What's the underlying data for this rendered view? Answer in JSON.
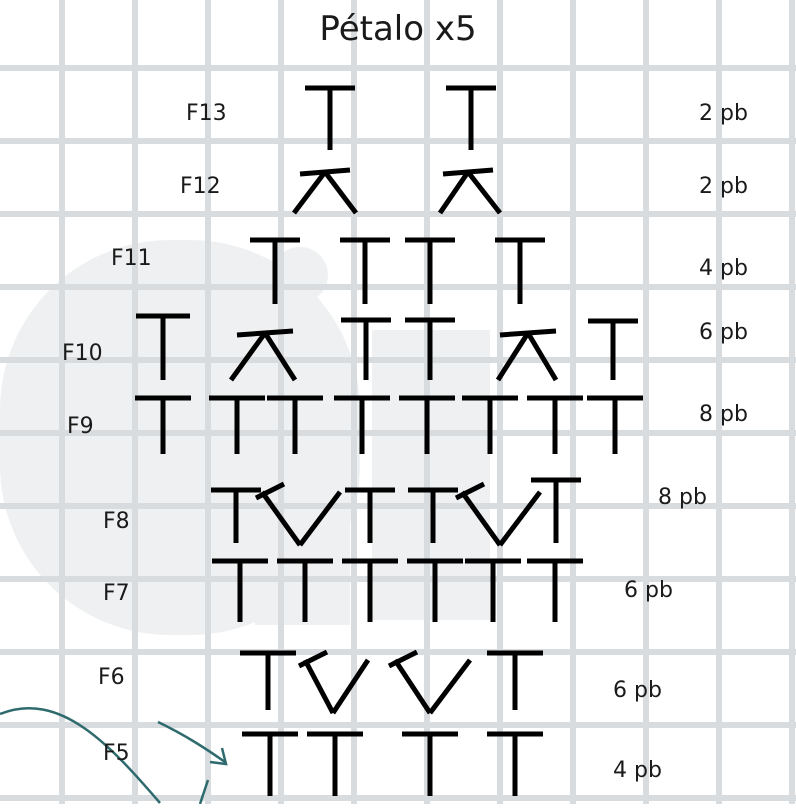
{
  "title": "Pétalo x5",
  "colors": {
    "grid": "#d9dcdf",
    "watermark": "#eef0f1",
    "ink": "#000000",
    "arrow": "#2f6b6e"
  },
  "rows": [
    {
      "row": "F13",
      "count": "2 pb"
    },
    {
      "row": "F12",
      "count": "2 pb"
    },
    {
      "row": "F11",
      "count": "4 pb"
    },
    {
      "row": "F10",
      "count": "6 pb"
    },
    {
      "row": "F9",
      "count": "8 pb"
    },
    {
      "row": "F8",
      "count": "8 pb"
    },
    {
      "row": "F7",
      "count": "6 pb"
    },
    {
      "row": "F6",
      "count": "6 pb"
    },
    {
      "row": "F5",
      "count": "4 pb"
    }
  ]
}
